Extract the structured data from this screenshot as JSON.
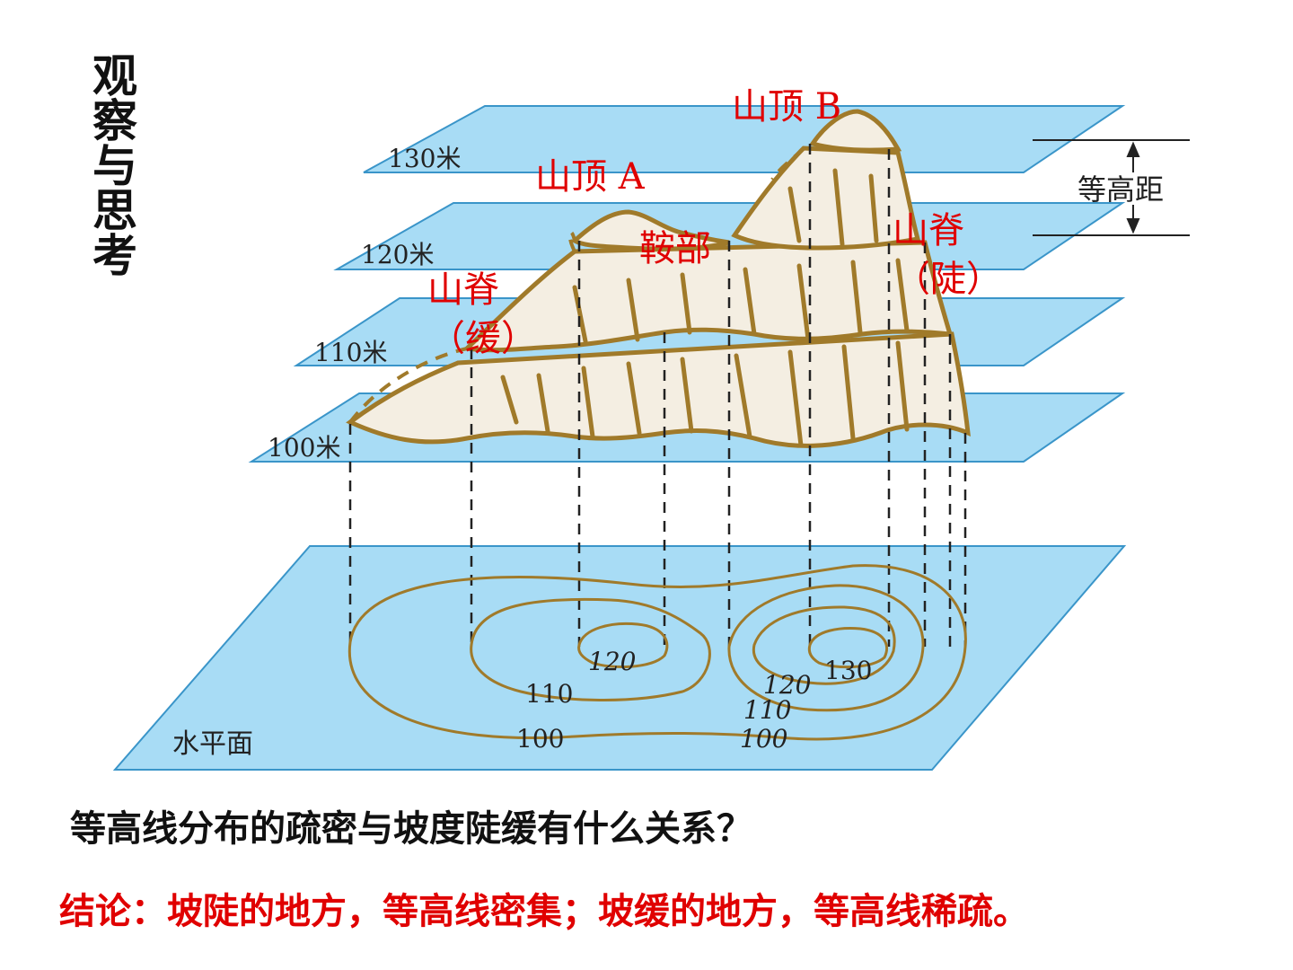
{
  "title": "观察与思考",
  "planes": [
    {
      "label": "130米"
    },
    {
      "label": "120米"
    },
    {
      "label": "110米"
    },
    {
      "label": "100米"
    }
  ],
  "base_plane_label": "水平面",
  "interval_label": "等高距",
  "annotations": {
    "peak_a": "山顶 A",
    "peak_b": "山顶 B",
    "saddle": "鞍部",
    "ridge_left": "山脊",
    "ridge_left_note": "（缓）",
    "ridge_right": "山脊",
    "ridge_right_note": "（陡）"
  },
  "contour_labels": {
    "left_120": "120",
    "left_110": "110",
    "left_100": "100",
    "right_130": "130",
    "right_120": "120",
    "right_110": "110",
    "right_100": "100"
  },
  "question": "等高线分布的疏密与坡度陡缓有什么关系？",
  "conclusion": "结论：坡陡的地方，等高线密集；坡缓的地方，等高线稀疏。",
  "colors": {
    "plane_fill": "#a8dcf5",
    "plane_stroke": "#3a95c9",
    "terrain": "#a07a2a",
    "terrain_fill": "#f4eee2",
    "annotation": "#e00000"
  }
}
